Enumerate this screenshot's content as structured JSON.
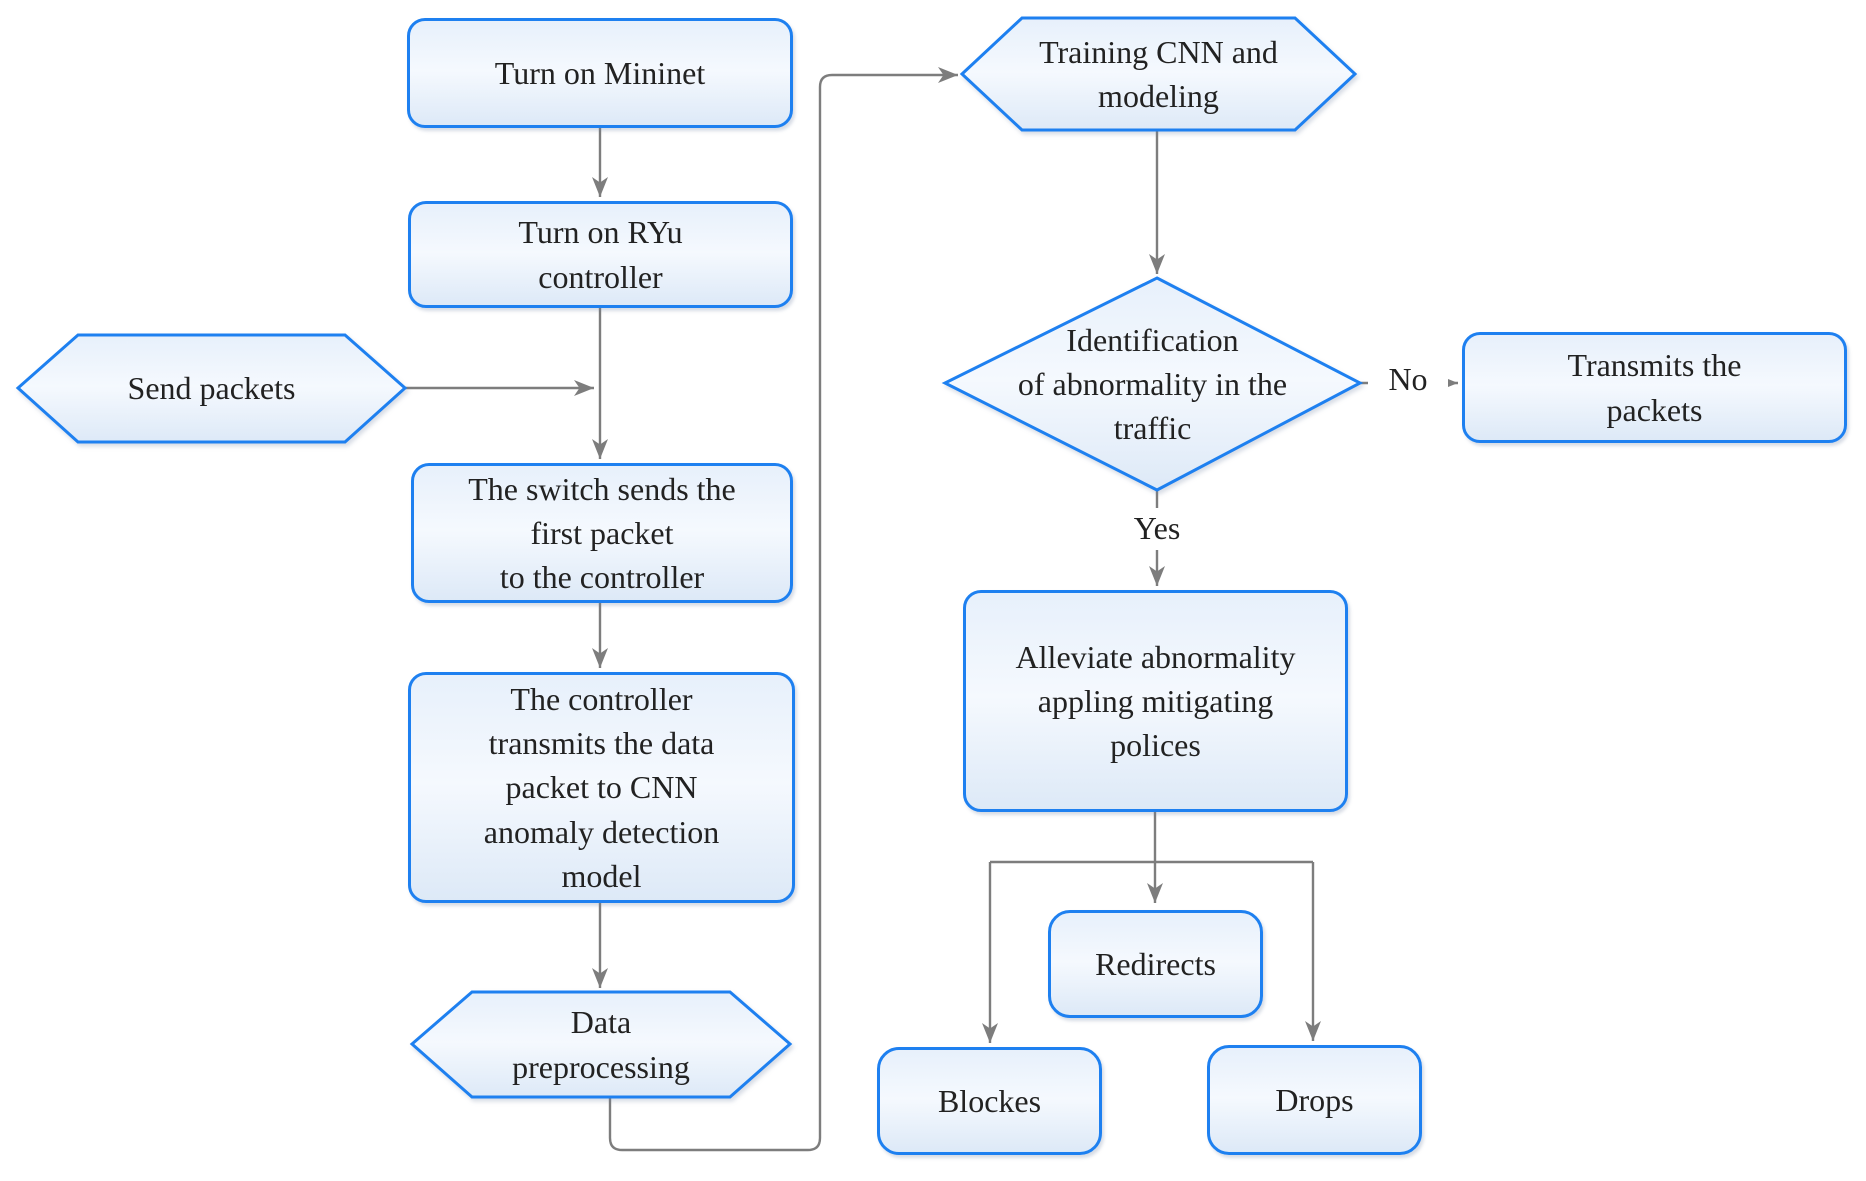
{
  "diagram": {
    "type": "flowchart",
    "colors": {
      "node_border": "#1e80f0",
      "node_fill_top": "#e7f0fb",
      "node_fill_bottom": "#dde9f7",
      "connector": "#7d7d7d",
      "text": "#222222"
    },
    "nodes": [
      {
        "id": "turn-on-mininet",
        "shape": "rounded-rect",
        "label": "Turn on Mininet"
      },
      {
        "id": "turn-on-ryu-controller",
        "shape": "rounded-rect",
        "label": "Turn on RYu\ncontroller"
      },
      {
        "id": "send-packets",
        "shape": "hexagon",
        "label": "Send packets"
      },
      {
        "id": "switch-sends-first-packet",
        "shape": "rounded-rect",
        "label": "The switch sends the\nfirst packet\nto the controller"
      },
      {
        "id": "controller-transmits-to-cnn",
        "shape": "rounded-rect",
        "label": "The controller\ntransmits the data\npacket to CNN\nanomaly detection\nmodel"
      },
      {
        "id": "data-preprocessing",
        "shape": "hexagon",
        "label": "Data\npreprocessing"
      },
      {
        "id": "training-cnn-modeling",
        "shape": "hexagon",
        "label": "Training CNN and\nmodeling"
      },
      {
        "id": "identification-of-abnormality",
        "shape": "diamond",
        "label": "Identification\nof abnormality in the\ntraffic"
      },
      {
        "id": "transmits-the-packets",
        "shape": "rounded-rect",
        "label": "Transmits the\npackets"
      },
      {
        "id": "alleviate-abnormality",
        "shape": "rounded-rect",
        "label": "Alleviate abnormality\nappling mitigating\npolices"
      },
      {
        "id": "redirects",
        "shape": "rounded-rect",
        "label": "Redirects"
      },
      {
        "id": "blockes",
        "shape": "rounded-rect",
        "label": "Blockes"
      },
      {
        "id": "drops",
        "shape": "rounded-rect",
        "label": "Drops"
      }
    ],
    "edge_labels": {
      "yes": "Yes",
      "no": "No"
    }
  }
}
